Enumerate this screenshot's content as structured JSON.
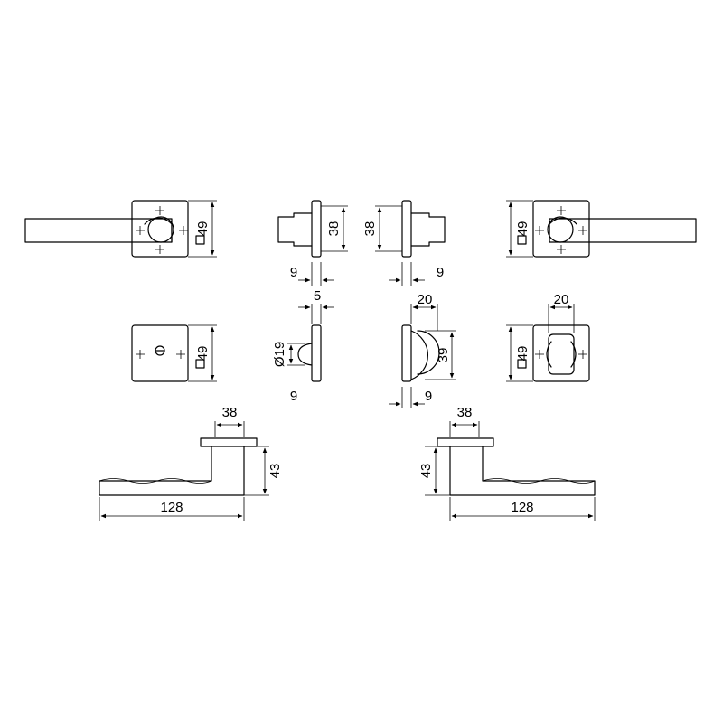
{
  "dimensions": {
    "rose_left_height": "49",
    "rose_right_height": "49",
    "side_left_height": "38",
    "side_left_thickness": "9",
    "side_right_height": "38",
    "side_right_thickness": "9",
    "escutcheon_height": "49",
    "turn_thickness": "5",
    "turn_diameter": "Ø19",
    "turn_base": "9",
    "knob_width": "20",
    "knob_height": "39",
    "knob_base": "9",
    "release_width": "20",
    "release_height": "49",
    "lever_left_rose": "38",
    "lever_left_height": "43",
    "lever_left_length": "128",
    "lever_right_rose": "38",
    "lever_right_height": "43",
    "lever_right_length": "128"
  }
}
